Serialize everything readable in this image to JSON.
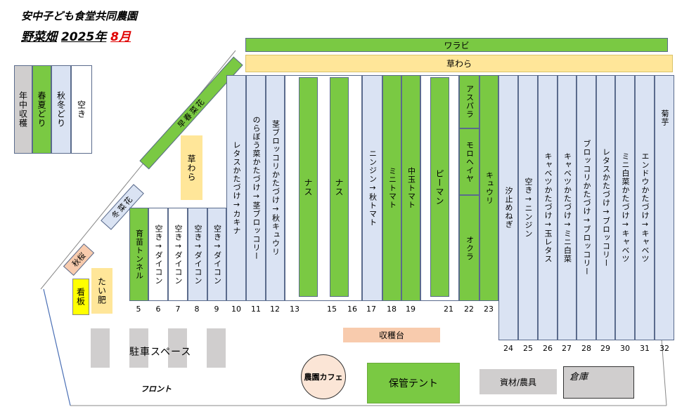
{
  "title": {
    "line1": "安中子ども食堂共同農園",
    "line2_prefix": "野菜畑",
    "line2_year": "2025年",
    "line2_month": "8月"
  },
  "legend": [
    {
      "label": "年中収穫",
      "color": "#d0cece"
    },
    {
      "label": "春夏どり",
      "color": "#7ac943"
    },
    {
      "label": "秋冬どり",
      "color": "#dae3f3"
    },
    {
      "label": "空き",
      "color": "#ffffff"
    }
  ],
  "diagonal_beds": {
    "sakura_top": "早春菜花",
    "winter_kale": "冬菜花",
    "fall_sakura": "秋桜"
  },
  "top_beds": {
    "warabi": "ワラビ",
    "kusawara": "草わら"
  },
  "small_items": {
    "kusawara_small": "草わら",
    "kanban": "看板",
    "taihi": "たい肥"
  },
  "beds": [
    {
      "num": "5",
      "label": "育苗トンネル",
      "color": "#7ac943"
    },
    {
      "num": "6",
      "label": "空き→ダイコン",
      "color": "#ffffff"
    },
    {
      "num": "7",
      "label": "空き→ダイコン",
      "color": "#ffffff"
    },
    {
      "num": "8",
      "label": "空き→ダイコン",
      "color": "#dae3f3"
    },
    {
      "num": "9",
      "label": "空き→ダイコン",
      "color": "#dae3f3"
    },
    {
      "num": "10",
      "label": "レタスかたづけ→カキナ",
      "color": "#dae3f3"
    },
    {
      "num": "11",
      "label": "のらぼう菜かたづけ→茎ブロッコリー",
      "color": "#dae3f3"
    },
    {
      "num": "12",
      "label": "茎ブロッコリかたづけ→秋キュウリ",
      "color": "#dae3f3"
    },
    {
      "num": "13",
      "label": "ナス",
      "color": "#7ac943"
    },
    {
      "num": "15",
      "label": "ナス",
      "color": "#7ac943"
    },
    {
      "num": "16",
      "label": "",
      "color": "#ffffff"
    },
    {
      "num": "17",
      "label": "ニンジン→秋トマト",
      "color": "#dae3f3"
    },
    {
      "num": "18",
      "label": "ミニトマト",
      "color": "#7ac943"
    },
    {
      "num": "19",
      "label": "中玉トマト",
      "color": "#7ac943"
    },
    {
      "num": "21",
      "label": "ピーマン",
      "color": "#7ac943"
    },
    {
      "num": "22",
      "label": "",
      "color": "#7ac943"
    },
    {
      "num": "23",
      "label": "キュウリ",
      "color": "#7ac943"
    },
    {
      "num": "24",
      "label": "汐止めねぎ",
      "color": "#dae3f3"
    },
    {
      "num": "25",
      "label": "空き→ニンジン",
      "color": "#dae3f3"
    },
    {
      "num": "26",
      "label": "キャベツかたづけ→玉レタス",
      "color": "#dae3f3"
    },
    {
      "num": "27",
      "label": "キャベツかたづけ→ミニ白菜",
      "color": "#dae3f3"
    },
    {
      "num": "28",
      "label": "ブロッコリかたづけ→ブロッコリー",
      "color": "#dae3f3"
    },
    {
      "num": "29",
      "label": "レタスかたづけ→ブロッコリー",
      "color": "#dae3f3"
    },
    {
      "num": "30",
      "label": "ミニ白菜かたづけ→キャベツ",
      "color": "#dae3f3"
    },
    {
      "num": "31",
      "label": "エンドウかたづけ→キャベツ",
      "color": "#dae3f3"
    },
    {
      "num": "32",
      "label": "菊芋",
      "color": "#dae3f3"
    }
  ],
  "bed22_parts": [
    "アスパラ",
    "モロヘイヤ",
    "オクラ"
  ],
  "facilities": {
    "harvest_table": "収穫台",
    "parking": "駐車スペース",
    "front": "フロント",
    "cafe": "農園カフェ",
    "tent": "保管テント",
    "materials": "資材/農具",
    "storage": "倉庫"
  }
}
